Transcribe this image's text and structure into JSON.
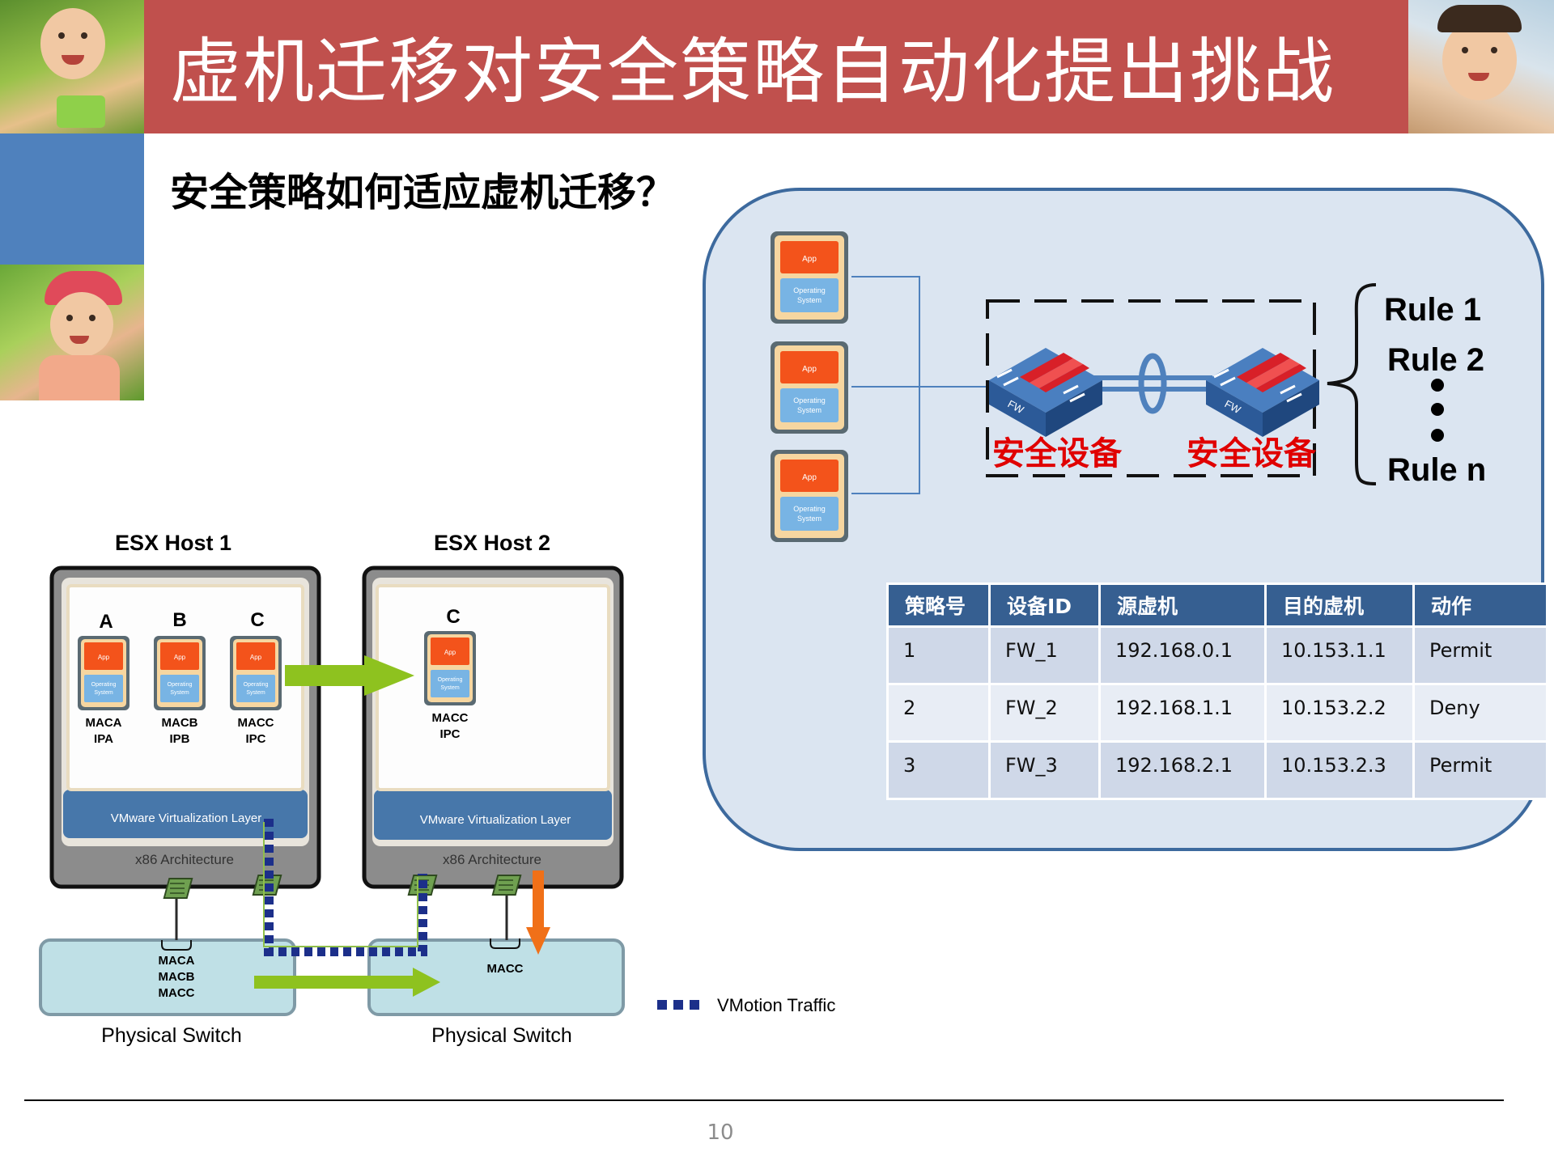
{
  "slide": {
    "title": "虚机迁移对安全策略自动化提出挑战",
    "subtitle": "安全策略如何适应虚机迁移？",
    "page_number": "10",
    "colors": {
      "title_bar": "#c0504d",
      "accent_blue": "#4f81bd",
      "panel_fill": "#dbe5f1",
      "panel_border": "#3d6a9e",
      "table_header": "#365f91",
      "alert_red": "#e00000"
    }
  },
  "security": {
    "device_label_1": "安全设备",
    "device_label_2": "安全设备",
    "fw_label": "FW",
    "rules": {
      "first": "Rule 1",
      "second": "Rule 2",
      "last": "Rule n"
    },
    "vm_icon": {
      "app": "App",
      "os_line1": "Operating",
      "os_line2": "System"
    }
  },
  "policy_table": {
    "headers": [
      "策略号",
      "设备ID",
      "源虚机",
      "目的虚机",
      "动作"
    ],
    "rows": [
      [
        "1",
        "FW_1",
        "192.168.0.1",
        "10.153.1.1",
        "Permit"
      ],
      [
        "2",
        "FW_2",
        "192.168.1.1",
        "10.153.2.2",
        "Deny"
      ],
      [
        "3",
        "FW_3",
        "192.168.2.1",
        "10.153.2.3",
        "Permit"
      ]
    ]
  },
  "vmotion": {
    "host1": {
      "title": "ESX Host 1",
      "vms": [
        {
          "letter": "A",
          "mac": "MACA",
          "ip": "IPA"
        },
        {
          "letter": "B",
          "mac": "MACB",
          "ip": "IPB"
        },
        {
          "letter": "C",
          "mac": "MACC",
          "ip": "IPC"
        }
      ],
      "virt_layer": "VMware Virtualization Layer",
      "arch": "x86 Architecture",
      "switch_label": "Physical Switch",
      "switch_macs": [
        "MACA",
        "MACB",
        "MACC"
      ]
    },
    "host2": {
      "title": "ESX Host 2",
      "vms": [
        {
          "letter": "C",
          "mac": "MACC",
          "ip": "IPC"
        }
      ],
      "virt_layer": "VMware Virtualization Layer",
      "arch": "x86 Architecture",
      "switch_label": "Physical Switch",
      "switch_macs": [
        "MACC"
      ]
    },
    "legend": "VMotion Traffic"
  }
}
